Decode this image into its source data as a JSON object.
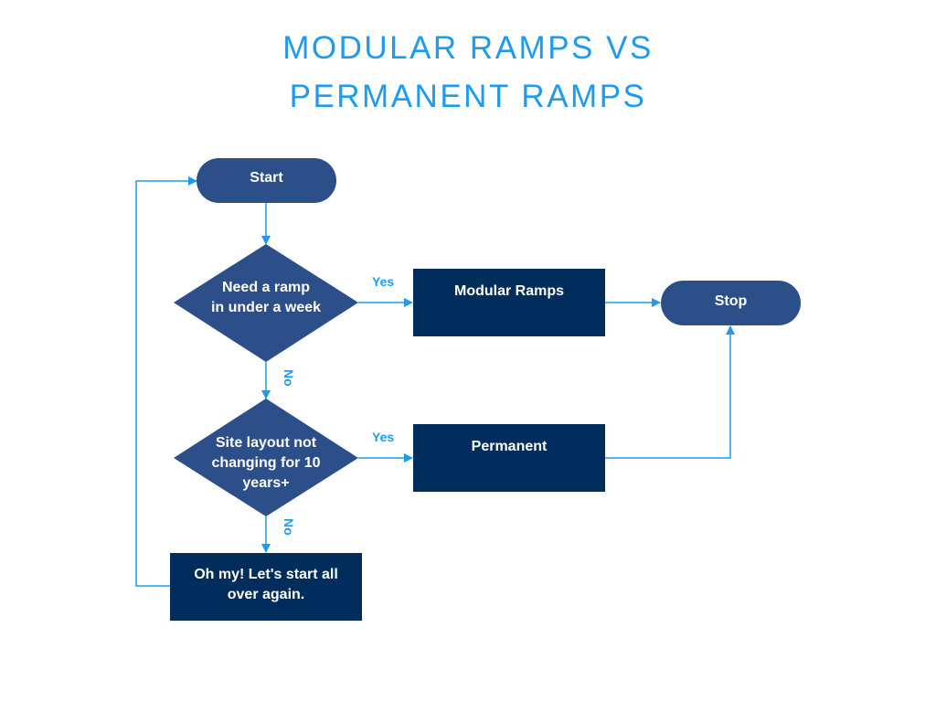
{
  "title": {
    "line1": "MODULAR RAMPS VS",
    "line2": "PERMANENT RAMPS"
  },
  "colors": {
    "title": "#1e9bf0",
    "terminal_fill": "#2c4f8a",
    "decision_fill": "#2c4f8a",
    "process_fill": "#012d5c",
    "connector": "#1e9bf0",
    "text": "#ffffff"
  },
  "nodes": {
    "start": {
      "type": "terminal",
      "label": "Start"
    },
    "decision1": {
      "type": "decision",
      "label_line1": "Need a ramp",
      "label_line2": "in under a week"
    },
    "modular": {
      "type": "process",
      "label": "Modular Ramps"
    },
    "stop": {
      "type": "terminal",
      "label": "Stop"
    },
    "decision2": {
      "type": "decision",
      "label_line1": "Site layout not",
      "label_line2": "changing for 10",
      "label_line3": "years+"
    },
    "permanent": {
      "type": "process",
      "label": "Permanent"
    },
    "restart": {
      "type": "process",
      "label_line1": "Oh my! Let's start all",
      "label_line2": "over again."
    }
  },
  "edges": [
    {
      "from": "start",
      "to": "decision1",
      "label": ""
    },
    {
      "from": "decision1",
      "to": "modular",
      "label": "Yes"
    },
    {
      "from": "modular",
      "to": "stop",
      "label": ""
    },
    {
      "from": "decision1",
      "to": "decision2",
      "label": "No"
    },
    {
      "from": "decision2",
      "to": "permanent",
      "label": "Yes"
    },
    {
      "from": "permanent",
      "to": "stop",
      "label": ""
    },
    {
      "from": "decision2",
      "to": "restart",
      "label": "No"
    },
    {
      "from": "restart",
      "to": "start",
      "label": ""
    }
  ],
  "edge_labels": {
    "yes1": "Yes",
    "no1": "No",
    "yes2": "Yes",
    "no2": "No"
  }
}
